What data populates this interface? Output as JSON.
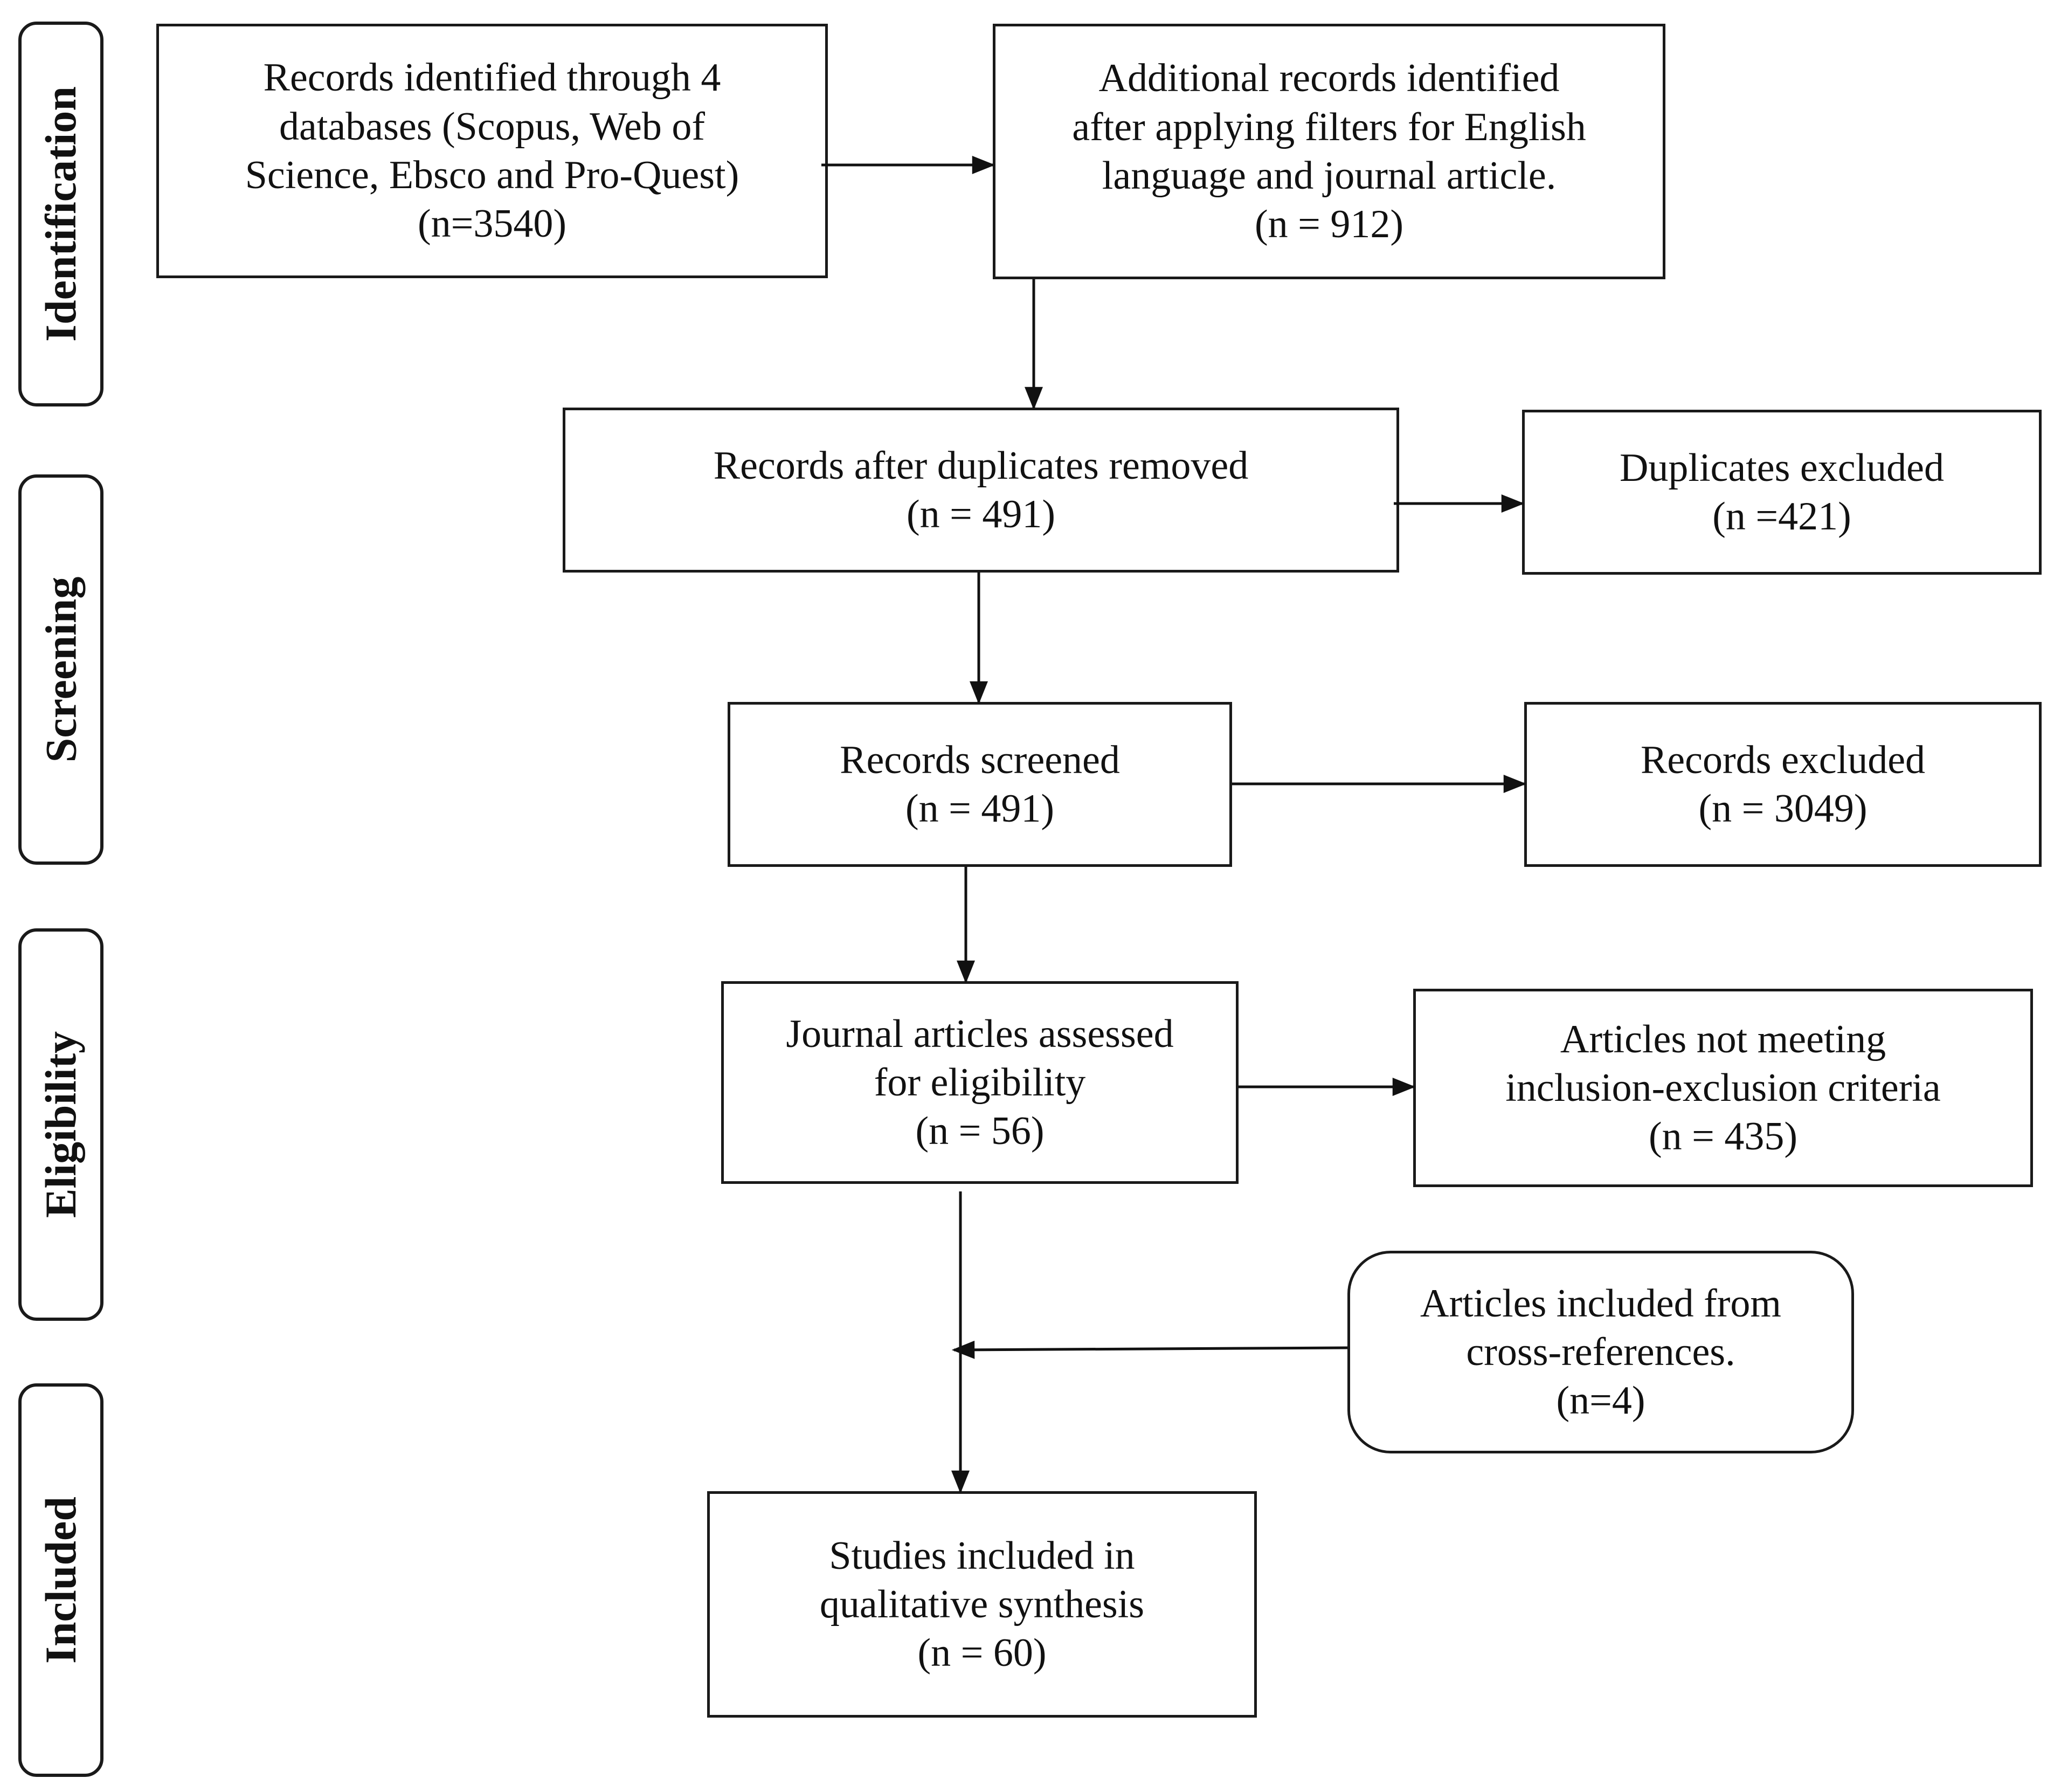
{
  "phases": {
    "identification": "Identification",
    "screening": "Screening",
    "eligibility": "Eligibility",
    "included": "Included"
  },
  "boxes": {
    "records_identified": {
      "line1": "Records identified through 4",
      "line2": "databases (Scopus, Web of",
      "line3": "Science, Ebsco and Pro-Quest)",
      "line4": "(n=3540)"
    },
    "additional_records": {
      "line1": "Additional records identified",
      "line2": "after applying filters for English",
      "line3": "language and journal article.",
      "line4": "(n = 912)"
    },
    "after_duplicates": {
      "line1": "Records after duplicates removed",
      "line2": "(n = 491)"
    },
    "duplicates_excluded": {
      "line1": "Duplicates excluded",
      "line2": "(n =421)"
    },
    "records_screened": {
      "line1": "Records screened",
      "line2": "(n = 491)"
    },
    "records_excluded": {
      "line1": "Records excluded",
      "line2": "(n = 3049)"
    },
    "assessed_eligibility": {
      "line1": "Journal articles assessed",
      "line2": "for eligibility",
      "line3": "(n = 56)"
    },
    "not_meeting_criteria": {
      "line1": "Articles not meeting",
      "line2": "inclusion-exclusion criteria",
      "line3": "(n = 435)"
    },
    "cross_references": {
      "line1": "Articles included from",
      "line2": "cross-references.",
      "line3": "(n=4)"
    },
    "studies_included": {
      "line1": "Studies included in",
      "line2": "qualitative synthesis",
      "line3": "(n = 60)"
    }
  }
}
